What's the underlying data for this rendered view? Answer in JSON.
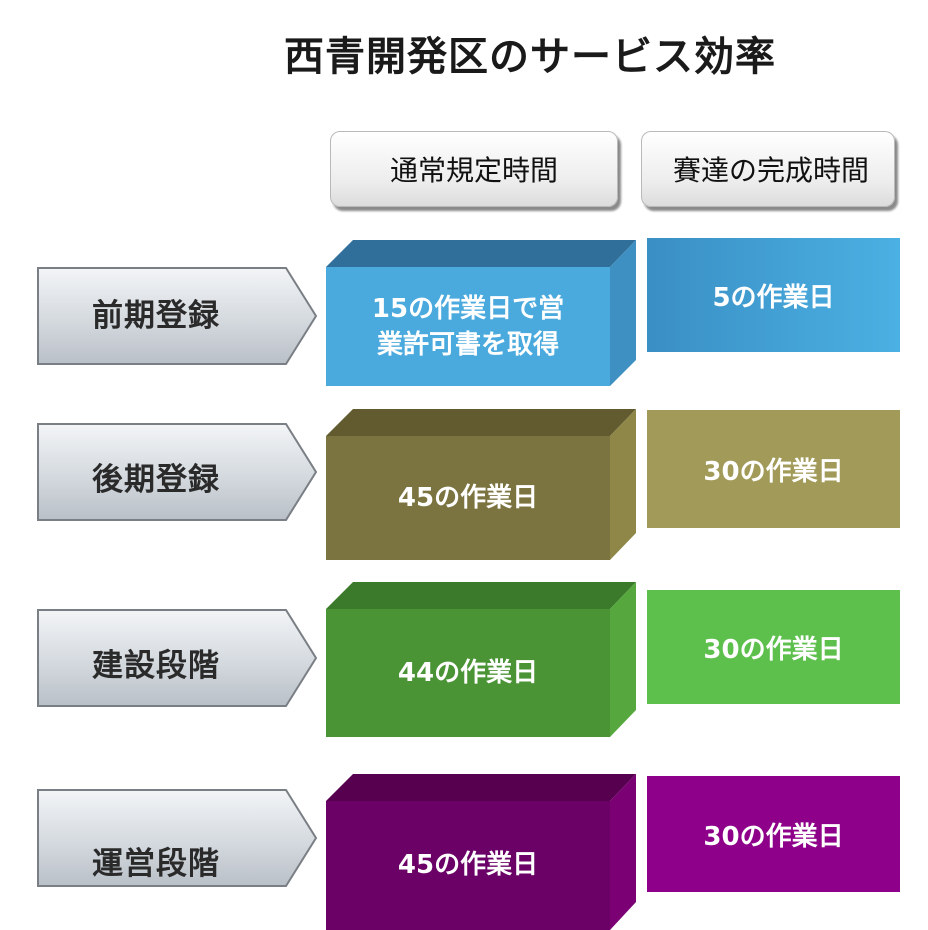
{
  "title": "西青開発区のサービス効率",
  "headers": {
    "normal": "通常規定時間",
    "fast": "賽達の完成時間"
  },
  "rows": [
    {
      "label": "前期登録",
      "normal": "15の作業日で営業許可書を取得",
      "normal_line1": "15の作業日で営",
      "normal_line2": "業許可書を取得",
      "fast": "5の作業日",
      "colors": {
        "front": "#4aa9dd",
        "top": "#2f6f9a",
        "side": "#3e8fc2",
        "right": "#44a2da"
      }
    },
    {
      "label": "後期登録",
      "normal": "45の作業日",
      "fast": "30の作業日",
      "colors": {
        "front": "#7c7440",
        "top": "#625b2f",
        "side": "#8f8748",
        "right": "#a29a58"
      }
    },
    {
      "label": "建設段階",
      "normal": "44の作業日",
      "fast": "30の作業日",
      "colors": {
        "front": "#4b9436",
        "top": "#3a7a2a",
        "side": "#56a83e",
        "right": "#5dbf4c"
      }
    },
    {
      "label": "運営段階",
      "normal": "45の作業日",
      "fast": "30の作業日",
      "colors": {
        "front": "#6b0066",
        "top": "#57004f",
        "side": "#7a0074",
        "right": "#8e008a"
      }
    }
  ]
}
